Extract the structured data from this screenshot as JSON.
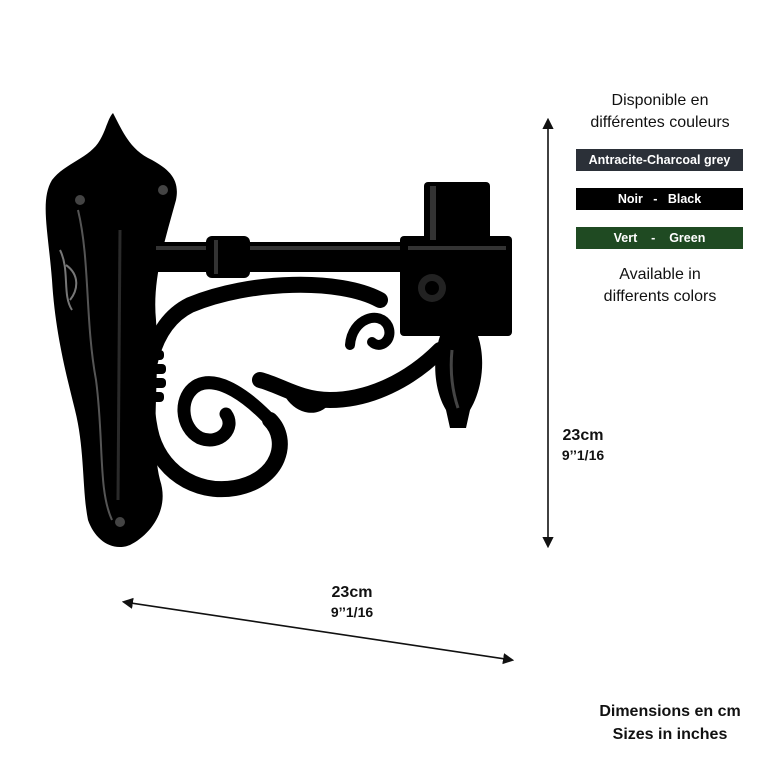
{
  "colors": {
    "title_line1": "Disponible en",
    "title_line2": "différentes couleurs",
    "subtitle_line1": "Available in",
    "subtitle_line2": "differents colors",
    "swatches": [
      {
        "label": "Antracite-Charcoal grey",
        "color": "#2b3038"
      },
      {
        "label": "Noir   -   Black",
        "color": "#000000"
      },
      {
        "label": "Vert    -    Green",
        "color": "#1f4a22"
      }
    ]
  },
  "dimensions": {
    "height_cm": "23cm",
    "height_in": "9’’1/16",
    "width_cm": "23cm",
    "width_in": "9’’1/16",
    "units_line1": "Dimensions en cm",
    "units_line2": "Sizes in inches"
  },
  "product": {
    "finish_color": "#000000",
    "icons": [
      "wall-bracket-image",
      "vertical-dimension-arrow",
      "horizontal-dimension-arrow"
    ]
  }
}
